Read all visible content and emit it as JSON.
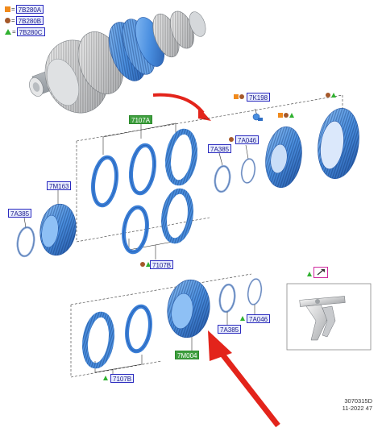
{
  "legend": [
    {
      "symbol": "square",
      "color": "#f08a1c",
      "code": "7B280A"
    },
    {
      "symbol": "dot",
      "color": "#a5582a",
      "code": "7B280B"
    },
    {
      "symbol": "triangle",
      "color": "#2fb12f",
      "code": "7B280C"
    }
  ],
  "equals_sign": "=",
  "callouts": {
    "c7107a": "7107A",
    "c7k198": "7K198",
    "c7a046_top": "7A046",
    "c7a385_top": "7A385",
    "c7m163": "7M163",
    "c7a385_left": "7A385",
    "c7107b_mid": "7107B",
    "c7a385_low": "7A385",
    "c7a046_low": "7A046",
    "c7m004": "7M004",
    "c7107b_low": "7107B"
  },
  "doc_id": "3070315D",
  "doc_date": "11-2022 47",
  "colors": {
    "part_blue": "#4a8fe0",
    "part_blue_dark": "#2f6fc4",
    "shaft_grey": "#cfd3d6",
    "arrow_red": "#e3241b"
  },
  "icons": [
    "shift-fork-illustration",
    "pointer-arrow-icon"
  ]
}
